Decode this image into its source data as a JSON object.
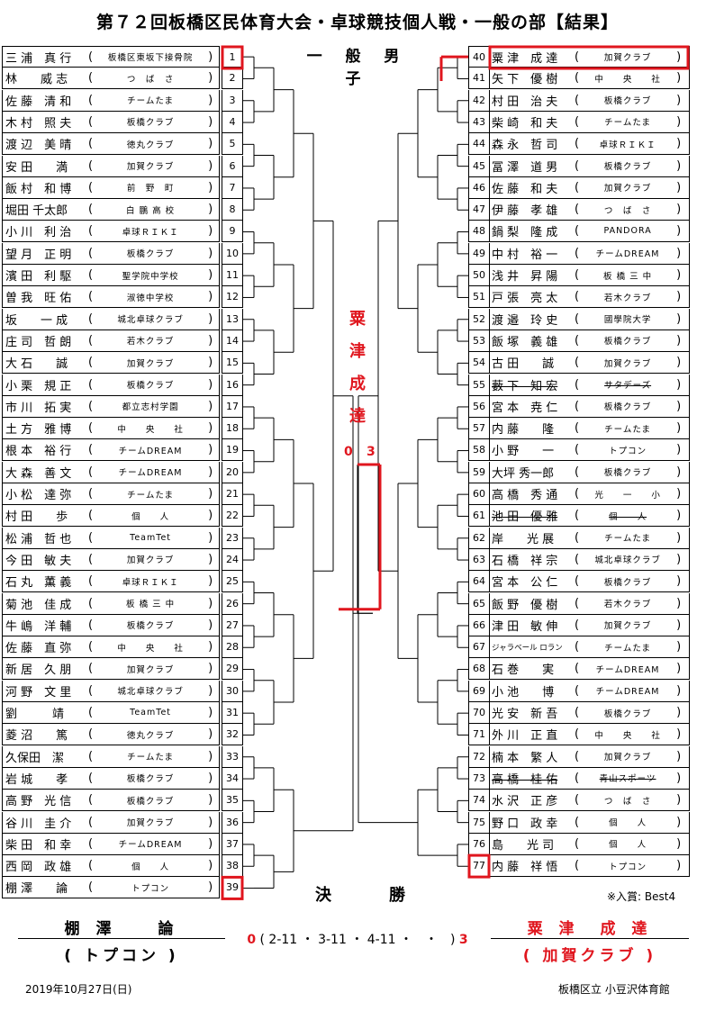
{
  "title": "第７２回板橋区民体育大会・卓球競技個人戦・一般の部【結果】",
  "section": "一 般 男 子",
  "left_players": [
    {
      "num": "1",
      "name": "三 浦　真 行",
      "club": "板橋区東坂下接骨院"
    },
    {
      "num": "2",
      "name": "林　　威 志",
      "club": "つ　ば　さ"
    },
    {
      "num": "3",
      "name": "佐 藤　清 和",
      "club": "チームたま"
    },
    {
      "num": "4",
      "name": "木 村　照 夫",
      "club": "板橋クラブ"
    },
    {
      "num": "5",
      "name": "渡 辺　美 晴",
      "club": "徳丸クラブ"
    },
    {
      "num": "6",
      "name": "安 田　　満",
      "club": "加賀クラブ"
    },
    {
      "num": "7",
      "name": "飯 村　和 博",
      "club": "前　野　町"
    },
    {
      "num": "8",
      "name": "堀田 千太郎",
      "club": "白 鵬 高 校"
    },
    {
      "num": "9",
      "name": "小 川　利 治",
      "club": "卓球ＲＩＫＩ"
    },
    {
      "num": "10",
      "name": "望 月　正 明",
      "club": "板橋クラブ"
    },
    {
      "num": "11",
      "name": "濱 田　利 駆",
      "club": "聖学院中学校"
    },
    {
      "num": "12",
      "name": "曽 我　旺 佑",
      "club": "淑徳中学校"
    },
    {
      "num": "13",
      "name": "坂　　一 成",
      "club": "城北卓球クラブ"
    },
    {
      "num": "14",
      "name": "庄 司　哲 朗",
      "club": "若木クラブ"
    },
    {
      "num": "15",
      "name": "大 石　　誠",
      "club": "加賀クラブ"
    },
    {
      "num": "16",
      "name": "小 栗　規 正",
      "club": "板橋クラブ"
    },
    {
      "num": "17",
      "name": "市 川　拓 実",
      "club": "都立志村学園"
    },
    {
      "num": "18",
      "name": "土 方　雅 博",
      "club": "中　　央　　社"
    },
    {
      "num": "19",
      "name": "根 本　裕 行",
      "club": "チームDREAM"
    },
    {
      "num": "20",
      "name": "大 森　善 文",
      "club": "チームDREAM"
    },
    {
      "num": "21",
      "name": "小 松　達 弥",
      "club": "チームたま"
    },
    {
      "num": "22",
      "name": "村 田　　歩",
      "club": "個　　人"
    },
    {
      "num": "23",
      "name": "松 浦　哲 也",
      "club": "TeamTet"
    },
    {
      "num": "24",
      "name": "今 田　敏 夫",
      "club": "加賀クラブ"
    },
    {
      "num": "25",
      "name": "石 丸　薫 義",
      "club": "卓球ＲＩＫＩ"
    },
    {
      "num": "26",
      "name": "菊 池　佳 成",
      "club": "板 橋 三 中"
    },
    {
      "num": "27",
      "name": "牛 嶋　洋 輔",
      "club": "板橋クラブ"
    },
    {
      "num": "28",
      "name": "佐 藤　直 弥",
      "club": "中　　央　　社"
    },
    {
      "num": "29",
      "name": "新 居　久 朋",
      "club": "加賀クラブ"
    },
    {
      "num": "30",
      "name": "河 野　文 里",
      "club": "城北卓球クラブ"
    },
    {
      "num": "31",
      "name": "劉　　　靖",
      "club": "TeamTet"
    },
    {
      "num": "32",
      "name": "菱 沼　　篤",
      "club": "徳丸クラブ"
    },
    {
      "num": "33",
      "name": "久保田　潔",
      "club": "チームたま"
    },
    {
      "num": "34",
      "name": "岩 城　　孝",
      "club": "板橋クラブ"
    },
    {
      "num": "35",
      "name": "高 野　光 信",
      "club": "板橋クラブ"
    },
    {
      "num": "36",
      "name": "谷 川　圭 介",
      "club": "加賀クラブ"
    },
    {
      "num": "37",
      "name": "柴 田　和 幸",
      "club": "チームDREAM"
    },
    {
      "num": "38",
      "name": "西 岡　政 雄",
      "club": "個　　人"
    },
    {
      "num": "39",
      "name": "棚 澤　　論",
      "club": "トプコン"
    }
  ],
  "right_players": [
    {
      "num": "40",
      "name": "粟 津　成 達",
      "club": "加賀クラブ"
    },
    {
      "num": "41",
      "name": "矢 下　優 樹",
      "club": "中　　央　　社"
    },
    {
      "num": "42",
      "name": "村 田　治 夫",
      "club": "板橋クラブ"
    },
    {
      "num": "43",
      "name": "柴 崎　和 夫",
      "club": "チームたま"
    },
    {
      "num": "44",
      "name": "森 永　哲 司",
      "club": "卓球ＲＩＫＩ"
    },
    {
      "num": "45",
      "name": "冨 澤　道 男",
      "club": "板橋クラブ"
    },
    {
      "num": "46",
      "name": "佐 藤　和 夫",
      "club": "加賀クラブ"
    },
    {
      "num": "47",
      "name": "伊 藤　孝 雄",
      "club": "つ　ば　さ"
    },
    {
      "num": "48",
      "name": "鍋 梨　隆 成",
      "club": "PANDORA"
    },
    {
      "num": "49",
      "name": "中 村　裕 一",
      "club": "チームDREAM"
    },
    {
      "num": "50",
      "name": "浅 井　昇 陽",
      "club": "板 橋 三 中"
    },
    {
      "num": "51",
      "name": "戸 張　亮 太",
      "club": "若木クラブ"
    },
    {
      "num": "52",
      "name": "渡 邉　玲 史",
      "club": "國學院大学"
    },
    {
      "num": "53",
      "name": "飯 塚　義 雄",
      "club": "板橋クラブ"
    },
    {
      "num": "54",
      "name": "古 田　　誠",
      "club": "加賀クラブ"
    },
    {
      "num": "55",
      "name": "藪 下　知 宏",
      "club": "サタデーズ",
      "struck": true
    },
    {
      "num": "56",
      "name": "宮 本　尭 仁",
      "club": "板橋クラブ"
    },
    {
      "num": "57",
      "name": "内 藤　　隆",
      "club": "チームたま"
    },
    {
      "num": "58",
      "name": "小 野　　一",
      "club": "トプコン"
    },
    {
      "num": "59",
      "name": "大坪 秀一郎",
      "club": "板橋クラブ"
    },
    {
      "num": "60",
      "name": "高 橋　秀 通",
      "club": "光　　一　　小"
    },
    {
      "num": "61",
      "name": "池 田　優 雅",
      "club": "個　　人",
      "struck": true
    },
    {
      "num": "62",
      "name": "岸　　光 展",
      "club": "チームたま"
    },
    {
      "num": "63",
      "name": "石 橋　祥 宗",
      "club": "城北卓球クラブ"
    },
    {
      "num": "64",
      "name": "宮 本　公 仁",
      "club": "板橋クラブ"
    },
    {
      "num": "65",
      "name": "飯 野　優 樹",
      "club": "若木クラブ"
    },
    {
      "num": "66",
      "name": "津 田　敏 伸",
      "club": "加賀クラブ"
    },
    {
      "num": "67",
      "name": "ジャラベール ロラン",
      "club": "チームたま",
      "small": true
    },
    {
      "num": "68",
      "name": "石 巻　　実",
      "club": "チームDREAM"
    },
    {
      "num": "69",
      "name": "小 池　　博",
      "club": "チームDREAM"
    },
    {
      "num": "70",
      "name": "光 安　新 吾",
      "club": "板橋クラブ"
    },
    {
      "num": "71",
      "name": "外 川　正 直",
      "club": "中　　央　　社"
    },
    {
      "num": "72",
      "name": "楠 本　繁 人",
      "club": "加賀クラブ"
    },
    {
      "num": "73",
      "name": "高 橋　桂 佑",
      "club": "青山スポーツ",
      "struck": true
    },
    {
      "num": "74",
      "name": "水 沢　正 彦",
      "club": "つ　ば　さ"
    },
    {
      "num": "75",
      "name": "野 口　政 幸",
      "club": "個　　人"
    },
    {
      "num": "76",
      "name": "島　　光 司",
      "club": "個　　人"
    },
    {
      "num": "77",
      "name": "内 藤　祥 悟",
      "club": "トプコン"
    }
  ],
  "champion_vertical": [
    "粟",
    "津",
    "成",
    "達"
  ],
  "final_score_left": "0",
  "final_score_right": "3",
  "final_label_1": "決",
  "final_label_2": "勝",
  "best4_note": "※入賞: Best4",
  "finalist_left": {
    "name": "棚 澤　　論",
    "club": "( トプコン )"
  },
  "finalist_right": {
    "name": "粟 津　成 達",
    "club": "( 加賀クラブ )"
  },
  "result_line": {
    "left": "0",
    "games": "( 2-11 ・ 3-11 ・ 4-11 ・　・　)",
    "right": "3"
  },
  "date": "2019年10月27日(日)",
  "venue": "板橋区立 小豆沢体育館",
  "colors": {
    "winner_red": "#e0161e",
    "line": "#000000"
  }
}
